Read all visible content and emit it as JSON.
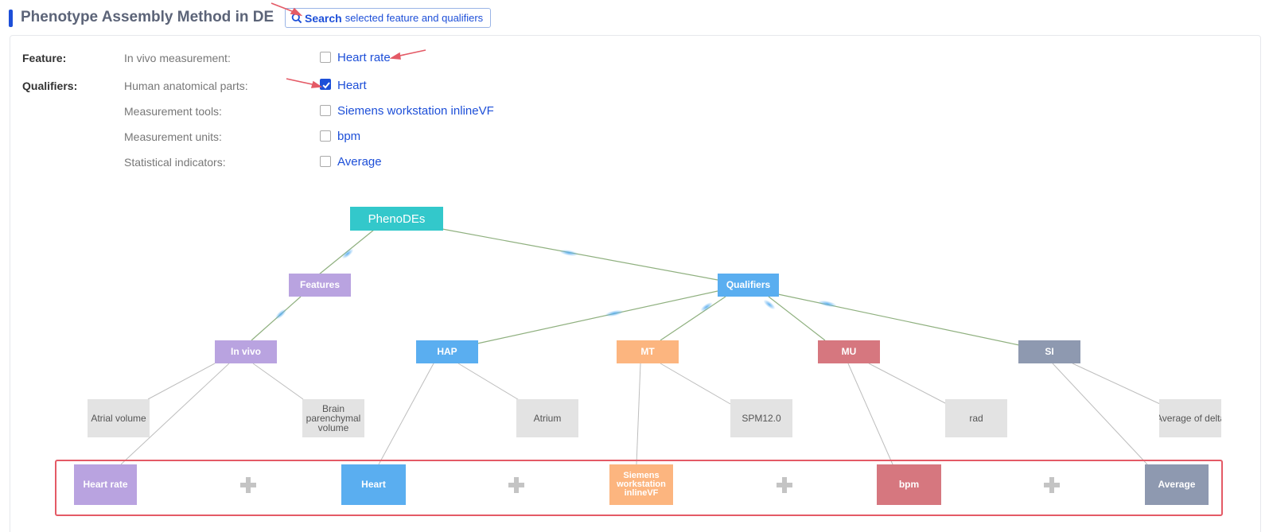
{
  "header": {
    "title": "Phenotype Assembly Method in DE",
    "search_bold": "Search",
    "search_rest": "selected feature and qualifiers"
  },
  "form": {
    "feature_heading": "Feature:",
    "qualifiers_heading": "Qualifiers:",
    "rows": [
      {
        "label": "In vivo measurement:",
        "option": "Heart rate",
        "checked": false
      },
      {
        "label": "Human anatomical parts:",
        "option": "Heart",
        "checked": true
      },
      {
        "label": "Measurement tools:",
        "option": "Siemens workstation inlineVF",
        "checked": false
      },
      {
        "label": "Measurement units:",
        "option": "bpm",
        "checked": false
      },
      {
        "label": "Statistical indicators:",
        "option": "Average",
        "checked": false
      }
    ]
  },
  "tree": {
    "root": "PhenoDEs",
    "features": "Features",
    "qualifiers": "Qualifiers",
    "invivo": "In vivo",
    "hap": "HAP",
    "mt": "MT",
    "mu": "MU",
    "si": "SI",
    "leaf_atrial_volume": "Atrial volume",
    "leaf_brain": "Brain parenchymal volume",
    "leaf_atrium": "Atrium",
    "leaf_spm": "SPM12.0",
    "leaf_rad": "rad",
    "leaf_avg_delta": "Average of delta",
    "result_heart_rate": "Heart rate",
    "result_heart": "Heart",
    "result_siemens": "Siemens workstation inlineVF",
    "result_bpm": "bpm",
    "result_average": "Average"
  },
  "colors": {
    "accent": "#1d4fd8",
    "root": "#33c8cb",
    "features": "#b9a3e0",
    "qualifiers": "#5aaef0",
    "mt": "#fcb57f",
    "mu": "#d6777f",
    "si": "#8e99b0",
    "gray": "#e3e3e3",
    "annotation": "#e45a66"
  }
}
